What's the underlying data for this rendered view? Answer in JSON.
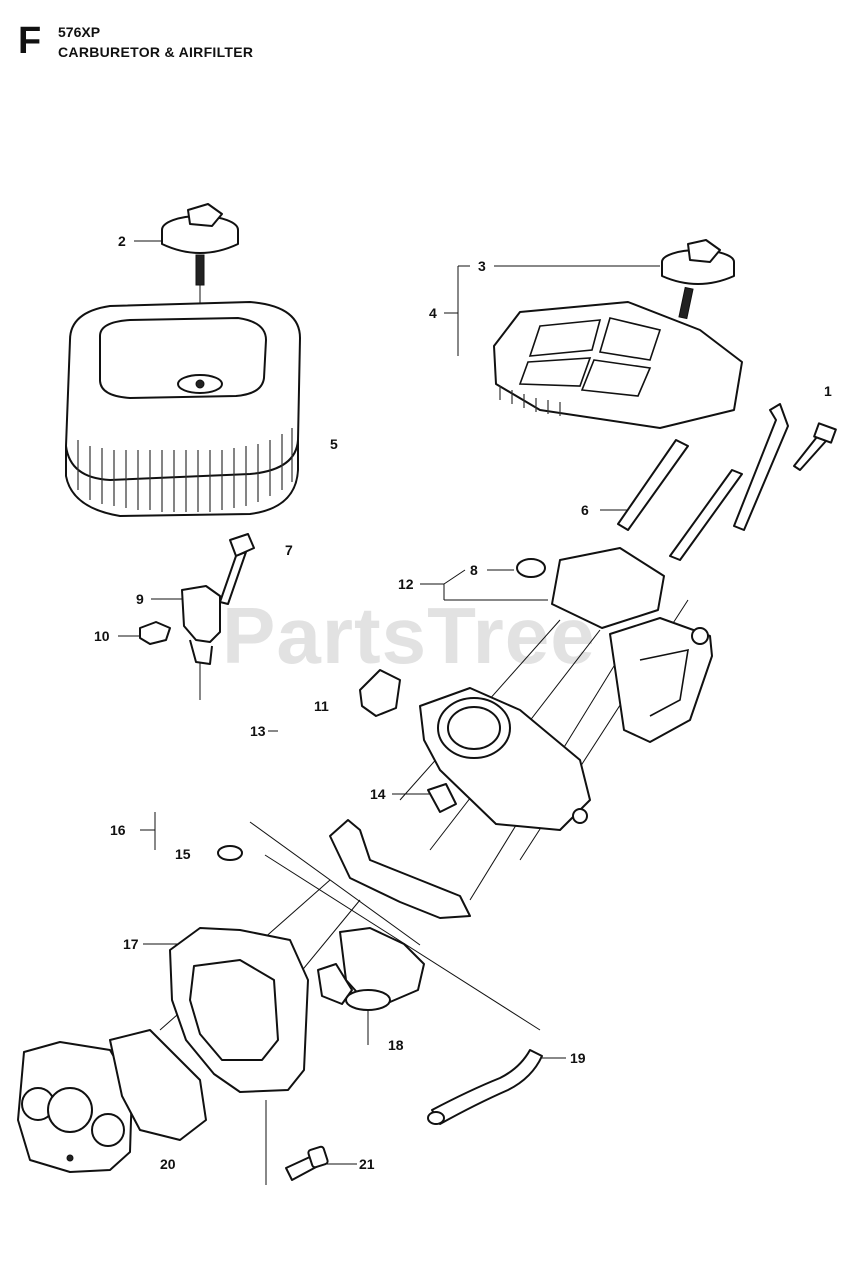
{
  "header": {
    "section_letter": "F",
    "model": "576XP",
    "title": "CARBURETOR & AIRFILTER"
  },
  "watermark": "PartsTree",
  "callouts": {
    "c1": "1",
    "c2": "2",
    "c3": "3",
    "c4": "4",
    "c5": "5",
    "c6": "6",
    "c7": "7",
    "c8": "8",
    "c9": "9",
    "c10": "10",
    "c11": "11",
    "c12": "12",
    "c13": "13",
    "c14": "14",
    "c15": "15",
    "c16": "16",
    "c17": "17",
    "c18": "18",
    "c19": "19",
    "c20": "20",
    "c21": "21"
  }
}
